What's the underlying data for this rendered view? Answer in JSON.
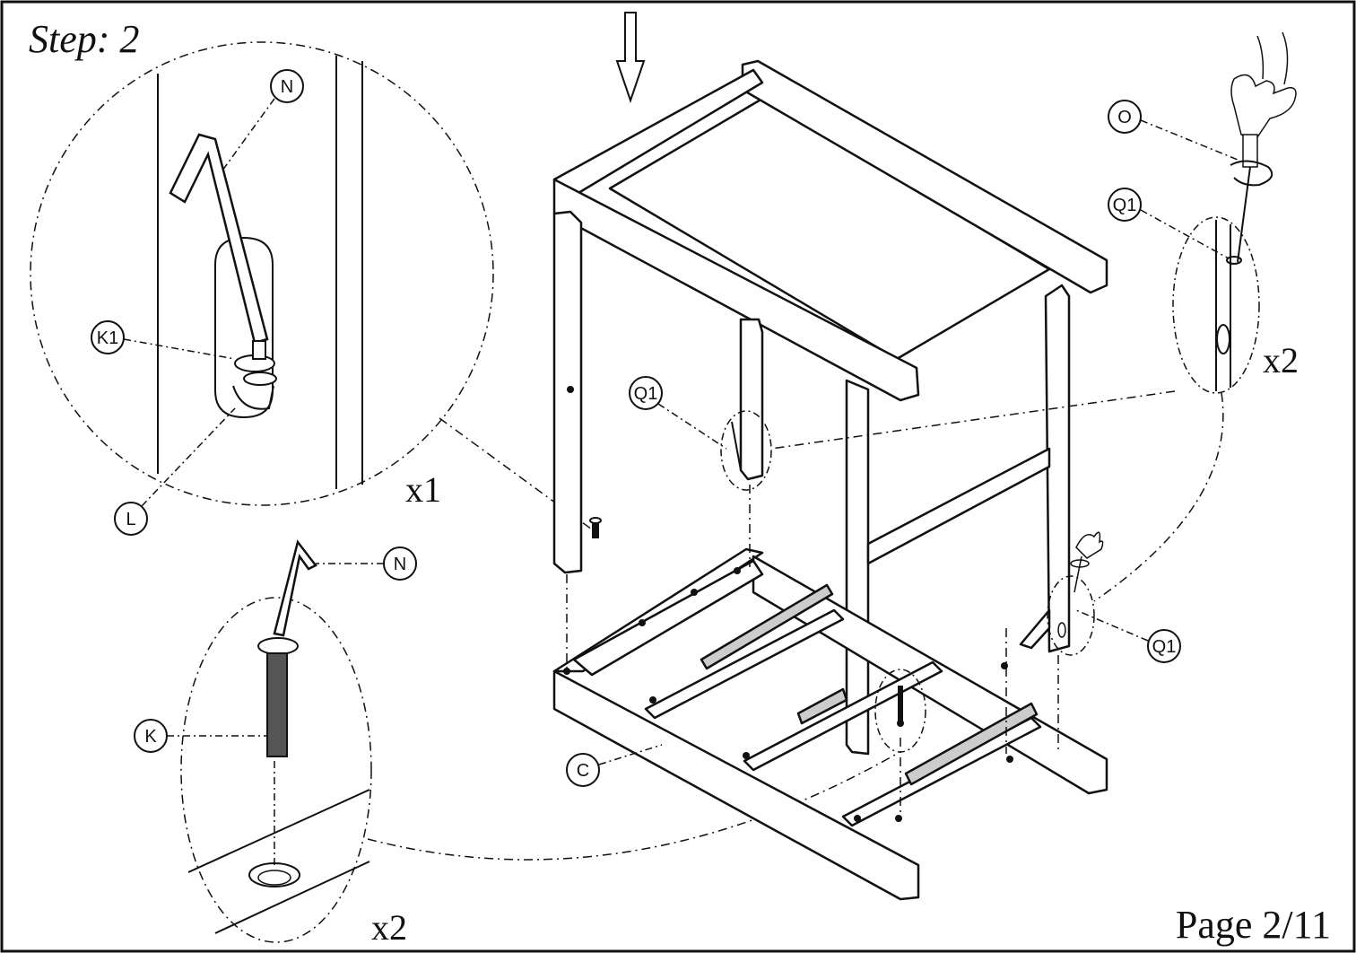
{
  "step": {
    "title": "Step: 2"
  },
  "page": {
    "label": "Page 2/11"
  },
  "quantities": {
    "detail_top_left": "x1",
    "detail_right": "x2",
    "detail_bottom_left": "x2"
  },
  "callouts": {
    "N_top": "N",
    "K1": "K1",
    "L": "L",
    "O": "O",
    "Q1_top": "Q1",
    "Q1_middle": "Q1",
    "Q1_bottom": "Q1",
    "N_bottom": "N",
    "K": "K",
    "C": "C"
  },
  "icons": [
    "down-arrow-icon",
    "hand-icon",
    "screwdriver-icon",
    "rotation-arrow-icon"
  ],
  "colors": {
    "line": "#111111",
    "background": "#ffffff"
  }
}
